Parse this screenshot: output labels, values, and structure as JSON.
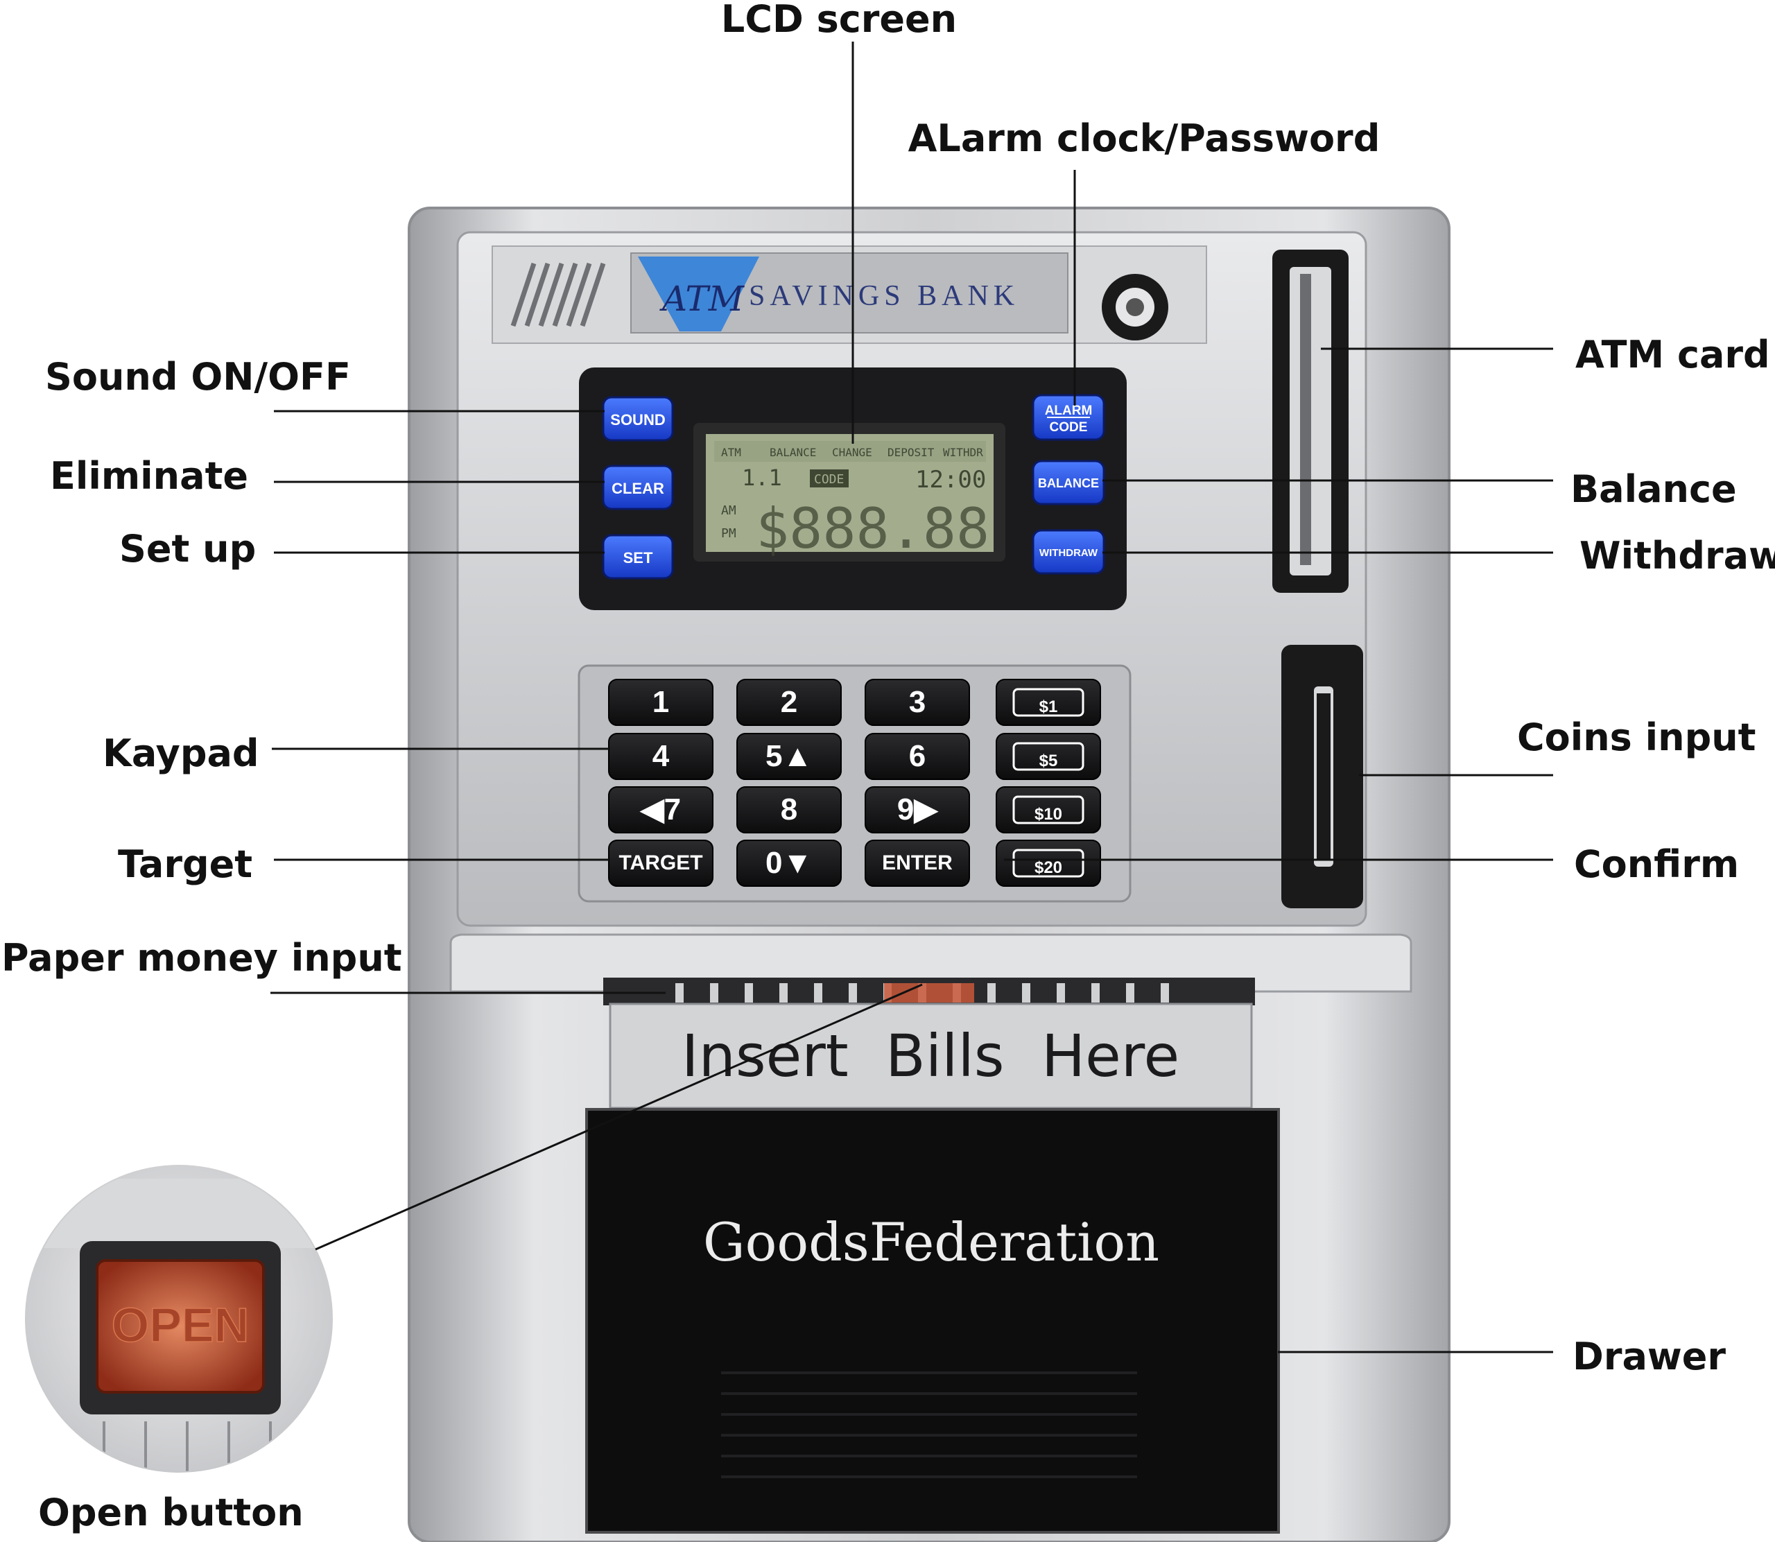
{
  "colors": {
    "silver_body": "#c9cacc",
    "panel_black": "#1b1b1d",
    "function_button_blue": "#1f50e6",
    "lcd_green": "#a3ad8e",
    "key_black": "#141416",
    "open_button_red": "#c8583a"
  },
  "device": {
    "brand_logo": "ATM",
    "bank_name": "SAVINGS BANK",
    "function_buttons": [
      "SOUND",
      "CLEAR",
      "SET",
      "ALARM",
      "CODE",
      "BALANCE",
      "WITHDRAW"
    ],
    "lcd": {
      "header": [
        "ATM",
        "BALANCE",
        "CHANGE",
        "DEPOSIT",
        "WITHDR"
      ],
      "code_tag": "CODE",
      "date": "1.1",
      "time": "12:00",
      "am": "AM",
      "pm": "PM",
      "amount": "$888.88"
    },
    "keypad": [
      "1",
      "2",
      "3",
      "$1",
      "4",
      "5▲",
      "6",
      "$5",
      "◀7",
      "8",
      "9▶",
      "$10",
      "TARGET",
      "0▼",
      "ENTER",
      "$20"
    ],
    "bill_slot": "Insert  Bills  Here",
    "drawer_brand": "GoodsFederation",
    "open_button": "OPEN"
  },
  "callouts": {
    "lcd_screen": "LCD screen",
    "alarm_clock": "ALarm clock/Password",
    "sound": "Sound ON/OFF",
    "eliminate": "Eliminate",
    "set_up": "Set up",
    "keypad": "Kaypad",
    "target": "Target",
    "paper_money": "Paper money input",
    "open_button": "Open button",
    "atm_card": "ATM card",
    "balance": "Balance",
    "withdraw": "Withdraw",
    "coins": "Coins input",
    "confirm": "Confirm",
    "drawer": "Drawer"
  }
}
